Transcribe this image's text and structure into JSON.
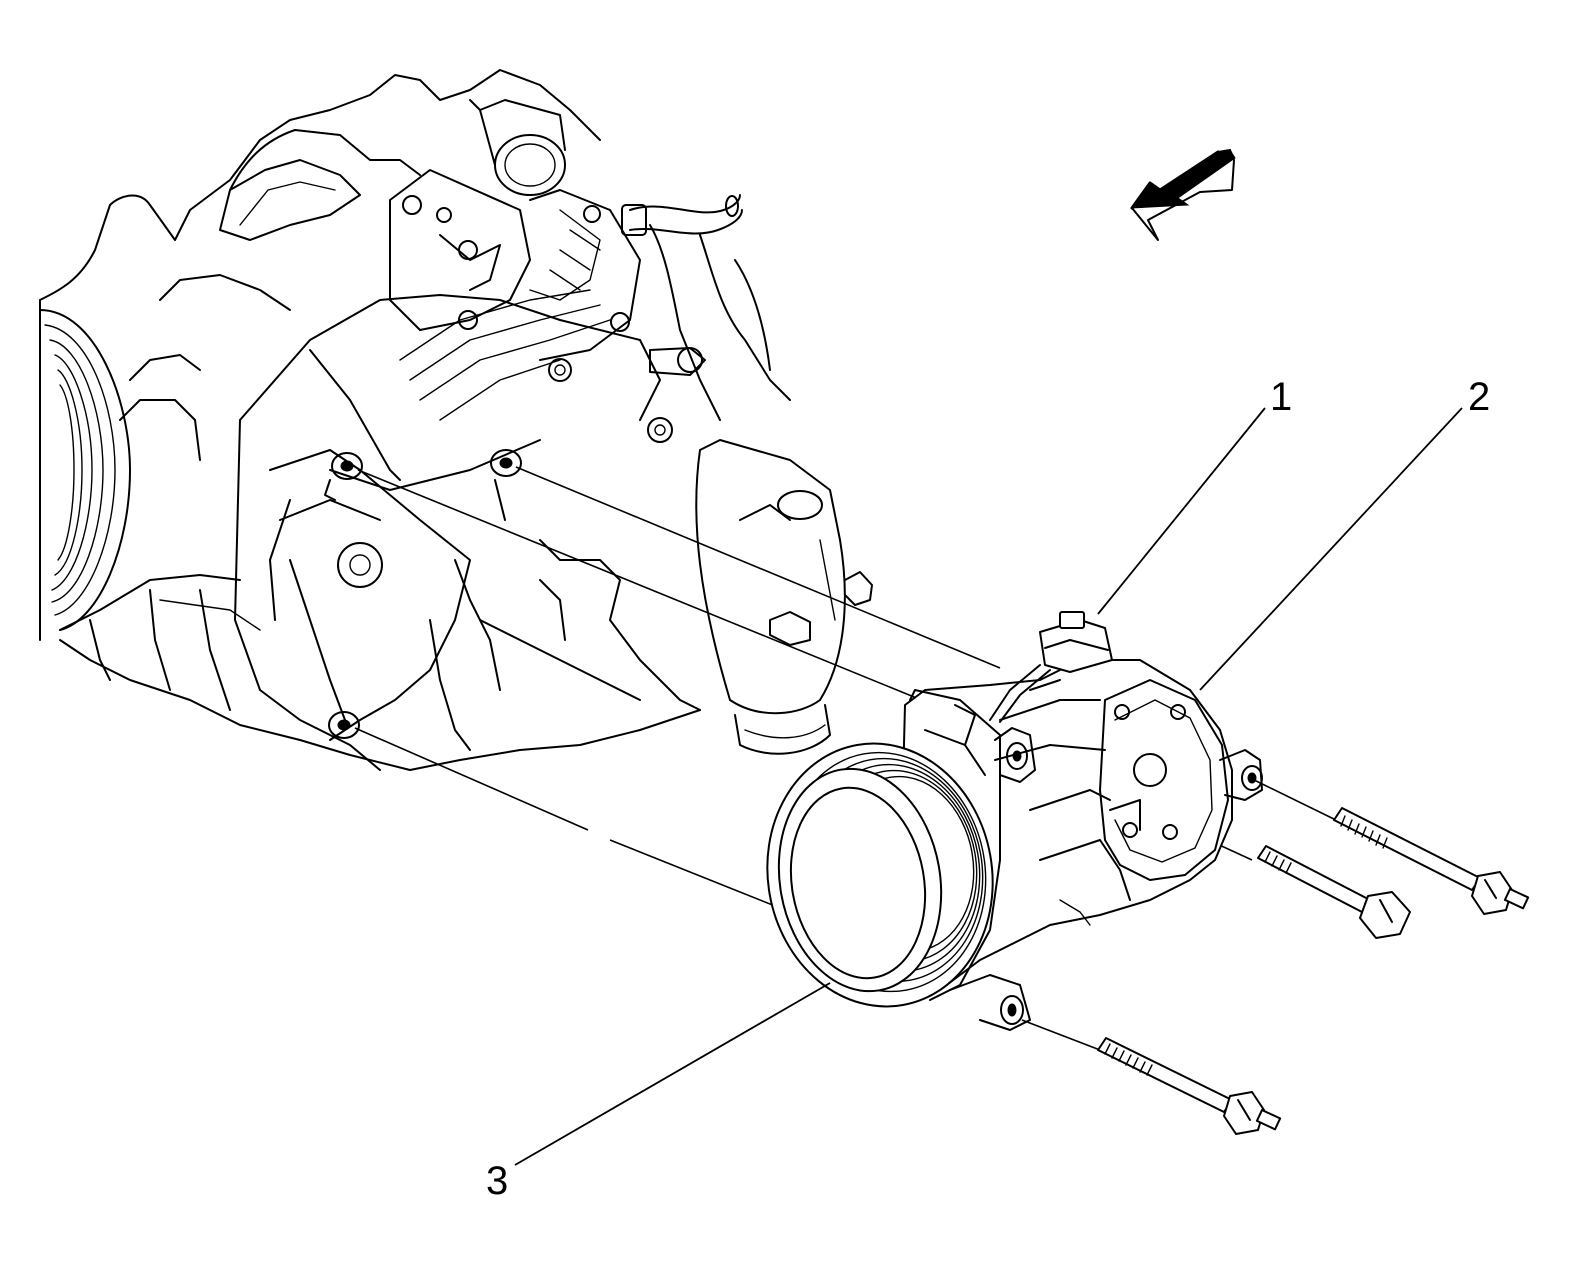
{
  "diagram": {
    "callouts": [
      {
        "id": "1",
        "label": "1"
      },
      {
        "id": "2",
        "label": "2"
      },
      {
        "id": "3",
        "label": "3"
      }
    ],
    "icons": {
      "direction_arrow": "front-direction-arrow-icon",
      "engine": "engine-block-icon",
      "compressor": "ac-compressor-icon",
      "bolt": "bolt-icon"
    }
  }
}
